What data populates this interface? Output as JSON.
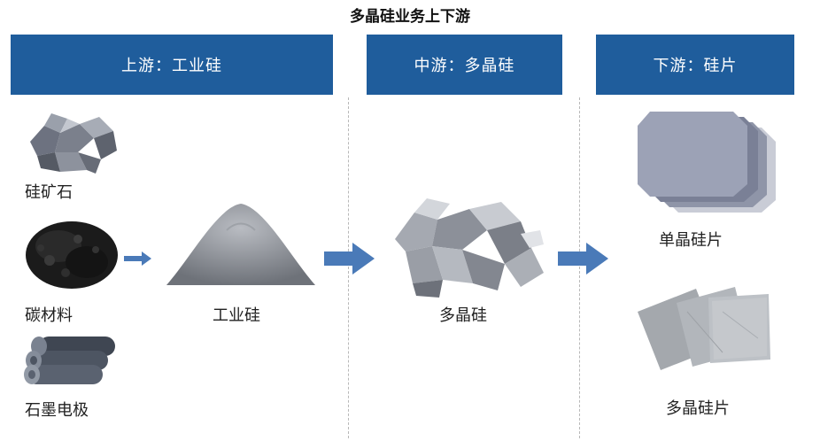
{
  "title": "多晶硅业务上下游",
  "stages": {
    "upstream": "上游：工业硅",
    "midstream": "中游：多晶硅",
    "downstream": "下游：硅片"
  },
  "raw_materials": {
    "ore": "硅矿石",
    "carbon": "碳材料",
    "electrode": "石墨电极"
  },
  "products": {
    "industrial_silicon": "工业硅",
    "polysilicon": "多晶硅",
    "mono_wafer": "单晶硅片",
    "poly_wafer": "多晶硅片"
  },
  "colors": {
    "header": "#1f5d9c",
    "arrow": "#4a7ab8"
  }
}
